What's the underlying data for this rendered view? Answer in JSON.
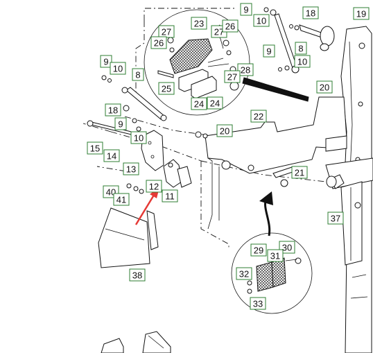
{
  "diagram": {
    "callouts": [
      {
        "id": "c9a",
        "label": "9"
      },
      {
        "id": "c10a",
        "label": "10"
      },
      {
        "id": "c18a",
        "label": "18"
      },
      {
        "id": "c19",
        "label": "19"
      },
      {
        "id": "c23",
        "label": "23"
      },
      {
        "id": "c27a",
        "label": "27"
      },
      {
        "id": "c27b",
        "label": "27"
      },
      {
        "id": "c26a",
        "label": "26"
      },
      {
        "id": "c26b",
        "label": "26"
      },
      {
        "id": "c8a",
        "label": "8"
      },
      {
        "id": "c9b",
        "label": "9"
      },
      {
        "id": "c10b",
        "label": "10"
      },
      {
        "id": "c28",
        "label": "28"
      },
      {
        "id": "c27c",
        "label": "27"
      },
      {
        "id": "c9c",
        "label": "9"
      },
      {
        "id": "c10c",
        "label": "10"
      },
      {
        "id": "c8b",
        "label": "8"
      },
      {
        "id": "c25",
        "label": "25"
      },
      {
        "id": "c24a",
        "label": "24"
      },
      {
        "id": "c24b",
        "label": "24"
      },
      {
        "id": "c20a",
        "label": "20"
      },
      {
        "id": "c18b",
        "label": "18"
      },
      {
        "id": "c9d",
        "label": "9"
      },
      {
        "id": "c10d",
        "label": "10"
      },
      {
        "id": "c22",
        "label": "22"
      },
      {
        "id": "c20b",
        "label": "20"
      },
      {
        "id": "c15",
        "label": "15"
      },
      {
        "id": "c14",
        "label": "14"
      },
      {
        "id": "c13",
        "label": "13"
      },
      {
        "id": "c21",
        "label": "21"
      },
      {
        "id": "c12",
        "label": "12"
      },
      {
        "id": "c11",
        "label": "11"
      },
      {
        "id": "c40",
        "label": "40"
      },
      {
        "id": "c41",
        "label": "41"
      },
      {
        "id": "c37",
        "label": "37"
      },
      {
        "id": "c29",
        "label": "29"
      },
      {
        "id": "c30",
        "label": "30"
      },
      {
        "id": "c31",
        "label": "31"
      },
      {
        "id": "c32",
        "label": "32"
      },
      {
        "id": "c33",
        "label": "33"
      },
      {
        "id": "c38",
        "label": "38"
      }
    ],
    "accent_box_color": "#2e7d32",
    "arrow_color": "#e53935"
  }
}
